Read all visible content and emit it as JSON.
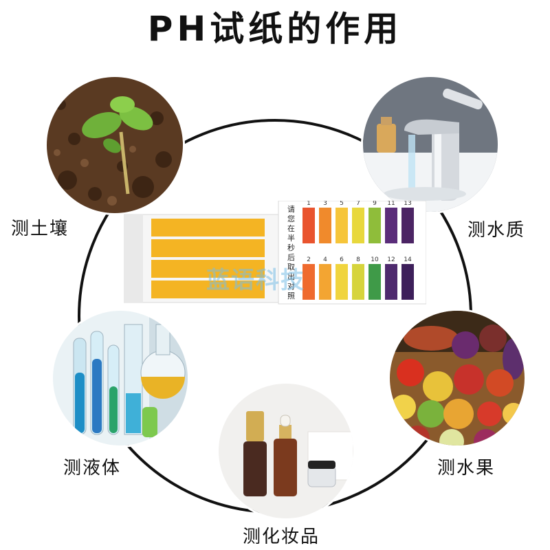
{
  "title": "PH试纸的作用",
  "labels": {
    "soil": "测土壤",
    "water": "测水质",
    "liquid": "测液体",
    "fruit": "测水果",
    "cosmetic": "测化妆品"
  },
  "booklet": {
    "instruction": "请您在半秒后取出对照",
    "scale_top": [
      "1",
      "3",
      "5",
      "7",
      "9",
      "11",
      "13"
    ],
    "scale_bottom": [
      "2",
      "4",
      "6",
      "8",
      "10",
      "12",
      "14"
    ],
    "colors_top": [
      "#e9542e",
      "#f08a2c",
      "#f6c53a",
      "#e8d83c",
      "#8fbd3a",
      "#5a2d7a",
      "#4b2464"
    ],
    "colors_bottom": [
      "#ef6a2e",
      "#f3a532",
      "#f0d43e",
      "#d6d43c",
      "#3f9a48",
      "#4e2a6e",
      "#3d1f5a"
    ],
    "strip_color": "#f4b423"
  },
  "watermark": "蓝语科技"
}
